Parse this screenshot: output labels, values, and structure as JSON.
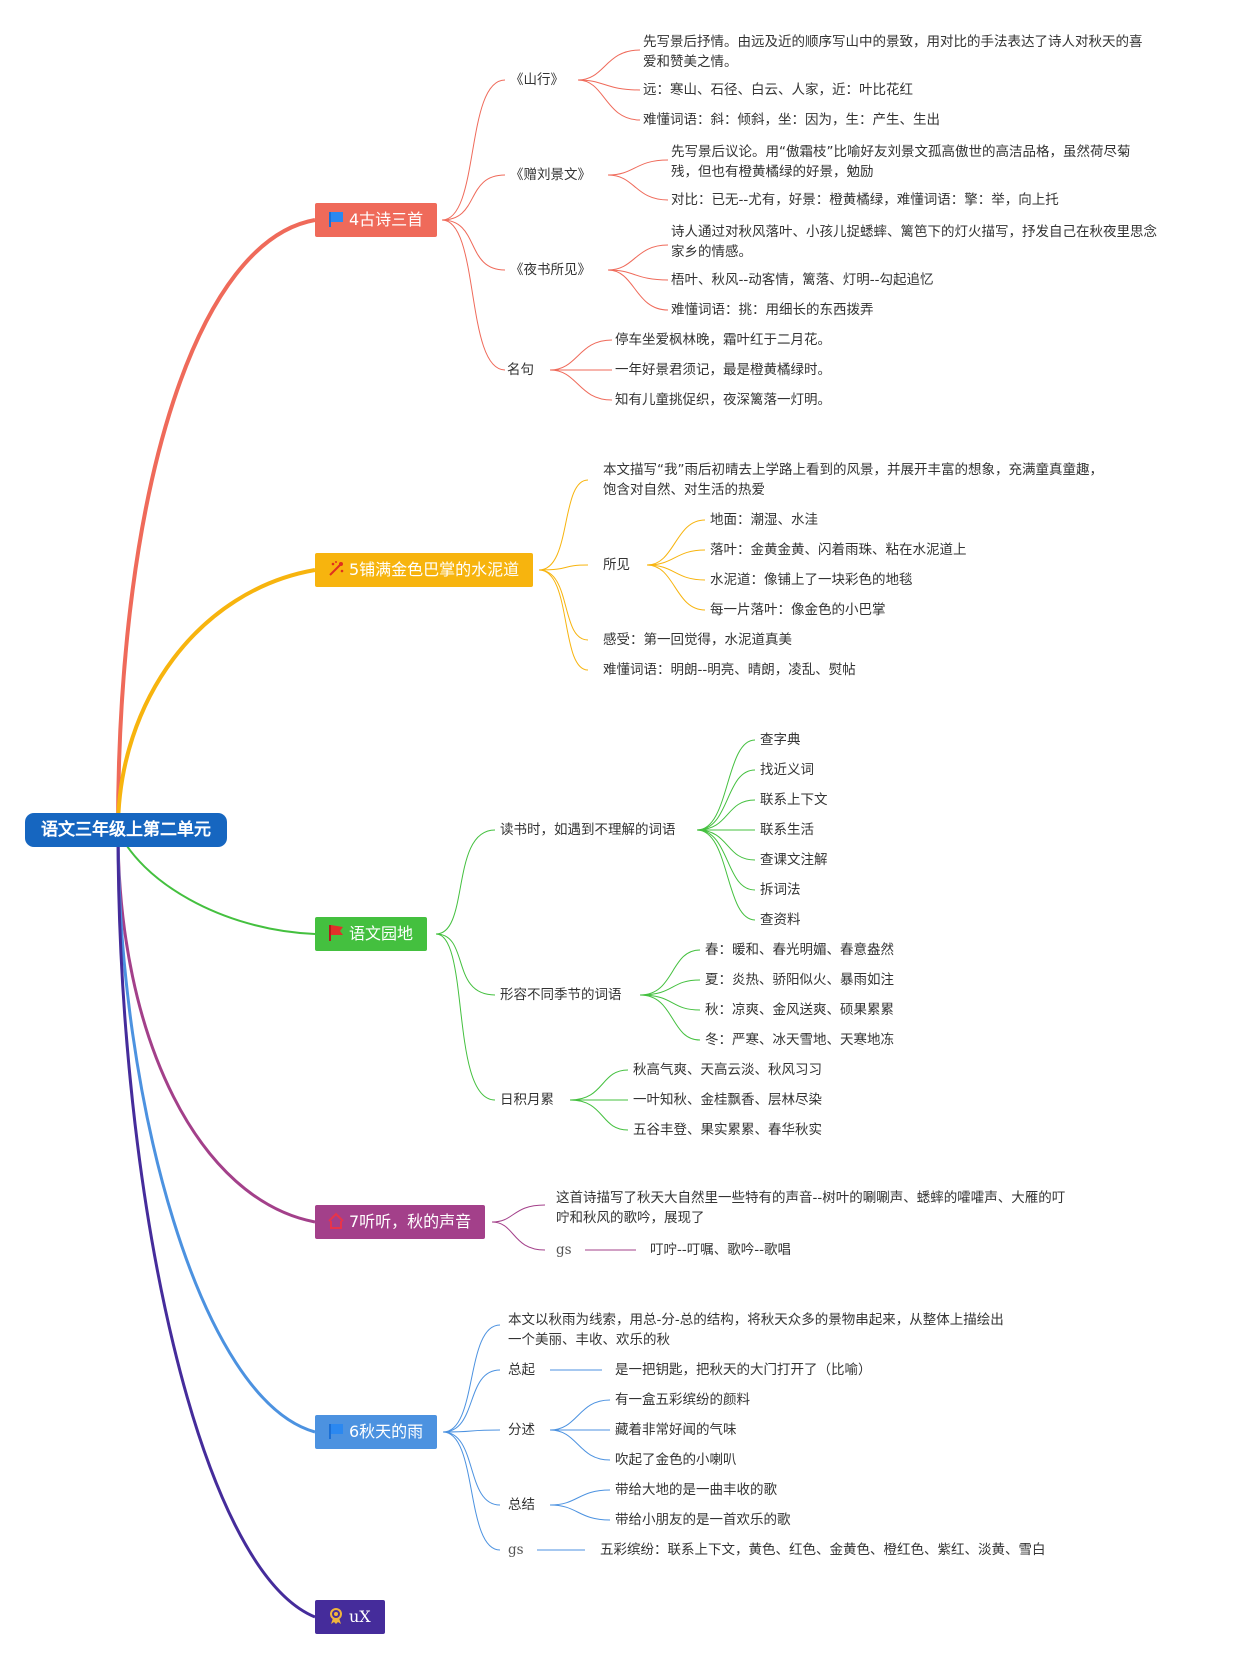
{
  "root": "语文三年级上第二单元",
  "colors": {
    "root": "#1666c0",
    "b1": "#ef6a5a",
    "b2": "#f7b40e",
    "b3": "#44c03f",
    "b4": "#a3408a",
    "b5": "#4c92e0",
    "b6": "#452c9b"
  },
  "b1": {
    "label": "4古诗三首",
    "icon": "flag-icon",
    "s1": {
      "label": "《山行》",
      "l1": "先写景后抒情。由远及近的顺序写山中的景致，用对比的手法表达了诗人对秋天的喜爱和赞美之情。",
      "l2": "远：寒山、石径、白云、人家，近：叶比花红",
      "l3": "难懂词语：斜：倾斜，坐：因为，生：产生、生出"
    },
    "s2": {
      "label": "《赠刘景文》",
      "l1": "先写景后议论。用“傲霜枝”比喻好友刘景文孤高傲世的高洁品格，虽然荷尽菊残，但也有橙黄橘绿的好景，勉励",
      "l2": "对比：已无--尤有，好景：橙黄橘绿，难懂词语：擎：举，向上托"
    },
    "s3": {
      "label": "《夜书所见》",
      "l1": "诗人通过对秋风落叶、小孩儿捉蟋蟀、篱笆下的灯火描写，抒发自己在秋夜里思念家乡的情感。",
      "l2": "梧叶、秋风--动客情，篱落、灯明--勾起追忆",
      "l3": "难懂词语：挑：用细长的东西拨弄"
    },
    "s4": {
      "label": "名句",
      "l1": "停车坐爱枫林晚，霜叶红于二月花。",
      "l2": "一年好景君须记，最是橙黄橘绿时。",
      "l3": "知有儿童挑促织，夜深篱落一灯明。"
    }
  },
  "b2": {
    "label": "5铺满金色巴掌的水泥道",
    "icon": "sparkle-icon",
    "l1": "本文描写“我”雨后初晴去上学路上看到的风景，并展开丰富的想象，充满童真童趣，饱含对自然、对生活的热爱",
    "s1": {
      "label": "所见",
      "l1": "地面：潮湿、水洼",
      "l2": "落叶：金黄金黄、闪着雨珠、粘在水泥道上",
      "l3": "水泥道：像铺上了一块彩色的地毯",
      "l4": "每一片落叶：像金色的小巴掌"
    },
    "l2": "感受：第一回觉得，水泥道真美",
    "l3": "难懂词语：明朗--明亮、晴朗，凌乱、熨帖"
  },
  "b3": {
    "label": "语文园地",
    "icon": "red-flag-icon",
    "s1": {
      "label": "读书时，如遇到不理解的词语",
      "items": [
        "查字典",
        "找近义词",
        "联系上下文",
        "联系生活",
        "查课文注解",
        "拆词法",
        "查资料"
      ]
    },
    "s2": {
      "label": "形容不同季节的词语",
      "items": [
        "春：暖和、春光明媚、春意盎然",
        "夏：炎热、骄阳似火、暴雨如注",
        "秋：凉爽、金风送爽、硕果累累",
        "冬：严寒、冰天雪地、天寒地冻"
      ]
    },
    "s3": {
      "label": "日积月累",
      "items": [
        "秋高气爽、天高云淡、秋风习习",
        "一叶知秋、金桂飘香、层林尽染",
        "五谷丰登、果实累累、春华秋实"
      ]
    }
  },
  "b4": {
    "label": "7听听，秋的声音",
    "icon": "house-icon",
    "l1": "这首诗描写了秋天大自然里一些特有的声音--树叶的唰唰声、蟋蟀的嚯嚯声、大雁的叮咛和秋风的歌吟，展现了",
    "gs": "gs",
    "gs_leaf": "叮咛--叮嘱、歌吟--歌唱"
  },
  "b5": {
    "label": "6秋天的雨",
    "icon": "flag-icon",
    "l1": "本文以秋雨为线索，用总-分-总的结构，将秋天众多的景物串起来，从整体上描绘出一个美丽、丰收、欢乐的秋",
    "s1": {
      "label": "总起",
      "l1": "是一把钥匙，把秋天的大门打开了（比喻）"
    },
    "s2": {
      "label": "分述",
      "items": [
        "有一盒五彩缤纷的颜料",
        "藏着非常好闻的气味",
        "吹起了金色的小喇叭"
      ]
    },
    "s3": {
      "label": "总结",
      "items": [
        "带给大地的是一曲丰收的歌",
        "带给小朋友的是一首欢乐的歌"
      ]
    },
    "gs": "gs",
    "gs_leaf": "五彩缤纷：联系上下文，黄色、红色、金黄色、橙红色、紫红、淡黄、雪白"
  },
  "b6": {
    "label": "uX",
    "icon": "award-icon"
  }
}
